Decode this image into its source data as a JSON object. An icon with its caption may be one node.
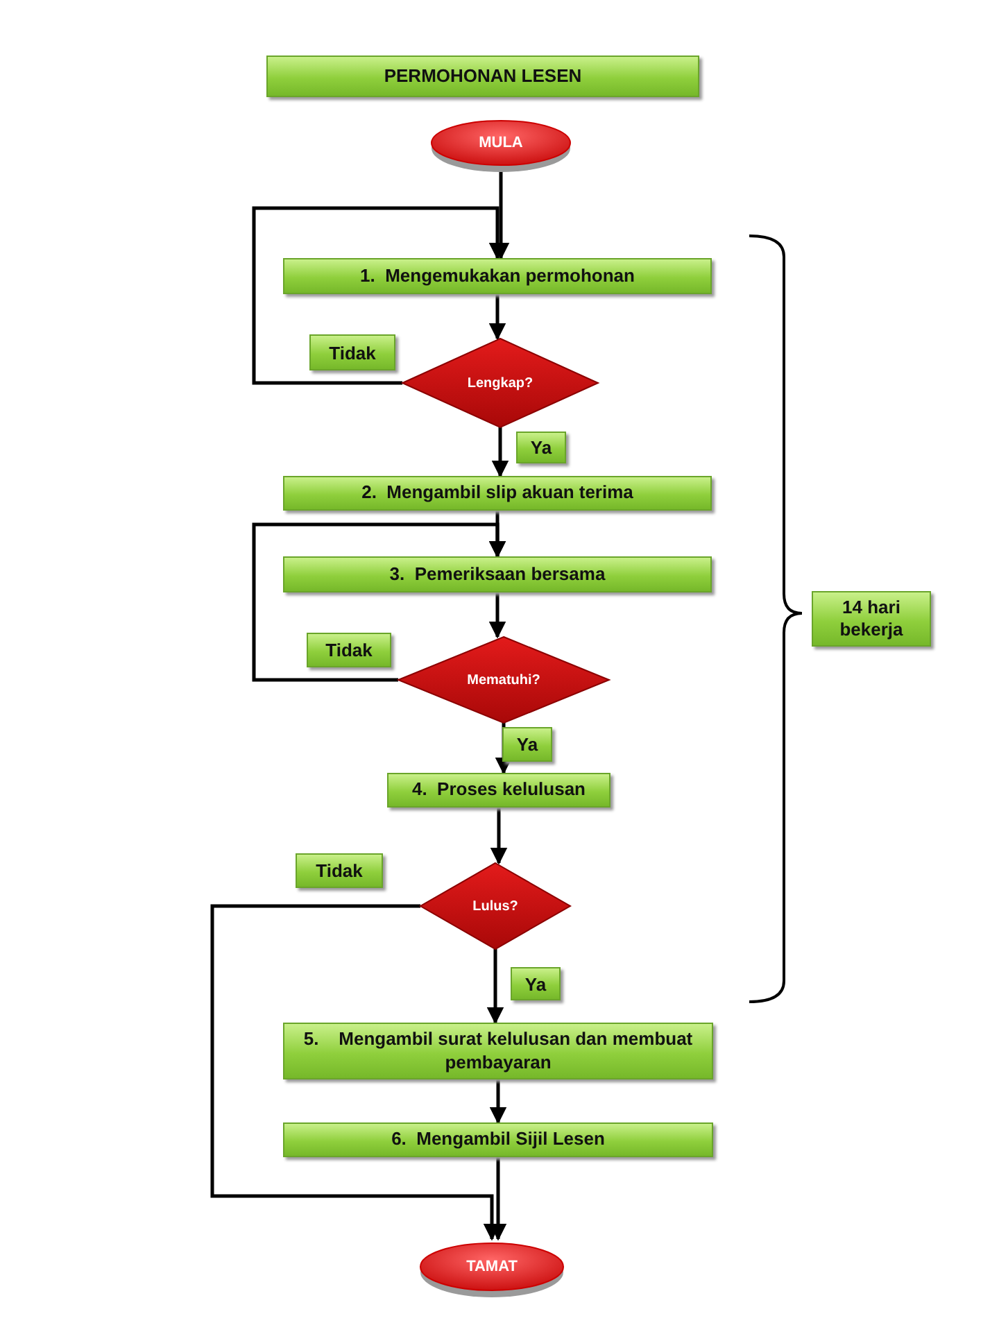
{
  "diagram": {
    "nodes": [
      {
        "text": [
          "PERMOHONAN LESEN"
        ]
      },
      {
        "text": [
          "MULA"
        ]
      },
      {
        "text": [
          "1.  Mengemukakan permohonan"
        ]
      },
      {
        "text": [
          "Lengkap?"
        ]
      },
      {
        "text": [
          "2.  Mengambil slip akuan terima"
        ]
      },
      {
        "text": [
          "3.  Pemeriksaan bersama"
        ]
      },
      {
        "text": [
          "Mematuhi?"
        ]
      },
      {
        "text": [
          "4.  Proses kelulusan"
        ]
      },
      {
        "text": [
          "Lulus?"
        ]
      },
      {
        "text": [
          "5.    Mengambil surat kelulusan dan membuat pembayaran"
        ]
      },
      {
        "text": [
          "6.  Mengambil Sijil Lesen"
        ]
      },
      {
        "text": [
          "TAMAT"
        ]
      },
      {
        "text": [
          "14 hari bekerja"
        ]
      }
    ],
    "edges": [
      {
        "from": 1,
        "to": 2,
        "arrow": "to"
      },
      {
        "from": 2,
        "to": 3,
        "arrow": "to"
      },
      {
        "from": 3,
        "to": 2,
        "arrow": "to",
        "label": "Tidak"
      },
      {
        "from": 3,
        "to": 4,
        "arrow": "to",
        "label": "Ya"
      },
      {
        "from": 4,
        "to": 5,
        "arrow": "to"
      },
      {
        "from": 5,
        "to": 6,
        "arrow": "to"
      },
      {
        "from": 6,
        "to": 5,
        "arrow": "to",
        "label": "Tidak"
      },
      {
        "from": 6,
        "to": 7,
        "arrow": "to",
        "label": "Ya"
      },
      {
        "from": 7,
        "to": 8,
        "arrow": "to"
      },
      {
        "from": 8,
        "to": 11,
        "arrow": "to",
        "label": "Tidak"
      },
      {
        "from": 8,
        "to": 9,
        "arrow": "to",
        "label": "Ya"
      },
      {
        "from": 9,
        "to": 10,
        "arrow": "to"
      },
      {
        "from": 10,
        "to": 11,
        "arrow": "to"
      }
    ]
  }
}
